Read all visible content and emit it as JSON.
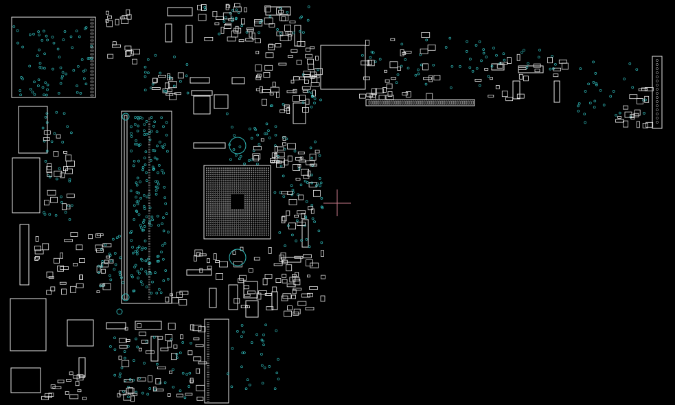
{
  "viewer": {
    "title": "",
    "background": "#000000",
    "outline_color": "#e8e8e8",
    "via_color": "#2fb8b8",
    "cursor_color": "#c87a8a"
  },
  "components": [
    {
      "name": "cpu-bga-package",
      "label": ""
    },
    {
      "name": "dimm-slot-left",
      "label": ""
    },
    {
      "name": "dimm-slot-bottom",
      "label": ""
    },
    {
      "name": "connector-strip-top",
      "label": ""
    },
    {
      "name": "connector-right-edge",
      "label": ""
    },
    {
      "name": "ic-top-center",
      "label": ""
    },
    {
      "name": "ic-top-left-large",
      "label": ""
    }
  ]
}
